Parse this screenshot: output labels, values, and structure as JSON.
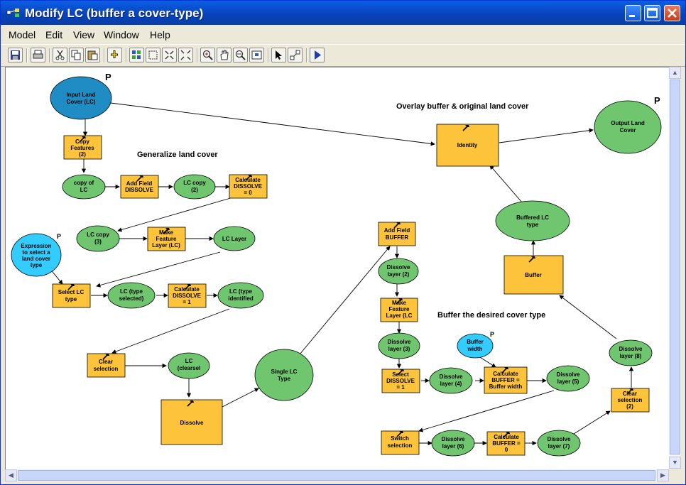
{
  "window": {
    "title": "Modify LC (buffer a cover-type)"
  },
  "menu": [
    "Model",
    "Edit",
    "View",
    "Window",
    "Help"
  ],
  "toolbar_icons": [
    "save-icon",
    "print-icon",
    "cut-icon",
    "copy-icon",
    "paste-icon",
    "add-data-icon",
    "full-extent-icon",
    "select-all-icon",
    "zoom-in-fixed-icon",
    "zoom-out-fixed-icon",
    "zoom-in-icon",
    "pan-icon",
    "continuous-zoom-icon",
    "overview-icon",
    "select-icon",
    "connect-icon",
    "run-icon"
  ],
  "headings": {
    "generalize": "Generalize land cover",
    "overlay": "Overlay buffer & original land cover",
    "buffer": "Buffer the desired cover type"
  },
  "params": {
    "p1": "P",
    "p2": "P",
    "p3": "P",
    "p4": "P"
  },
  "nodes": {
    "input_lc": [
      "Input Land",
      "Cover (LC)"
    ],
    "copy_features": [
      "Copy",
      "Features",
      "(2)"
    ],
    "copy_of_lc": [
      "copy of",
      "LC"
    ],
    "add_field_dissolve": [
      "Add Field",
      "DISSOLVE"
    ],
    "lc_copy2": [
      "LC copy",
      "(2)"
    ],
    "calc_dissolve0": [
      "Calculate",
      "DISSOLVE",
      "= 0"
    ],
    "lc_copy3": [
      "LC copy",
      "(3)"
    ],
    "make_feature_layer": [
      "Make",
      "Feature",
      "Layer (LC)"
    ],
    "lc_layer": [
      "LC Layer"
    ],
    "expression": [
      "Expression",
      "to select a",
      "land cover",
      "type"
    ],
    "select_lc_type": [
      "Select LC",
      "type"
    ],
    "lc_type_selected": [
      "LC (type",
      "selected)"
    ],
    "calc_dissolve1": [
      "Calculate",
      "DISSOLVE",
      "= 1"
    ],
    "lc_type_identified": [
      "LC (type",
      "identified"
    ],
    "clear_selection": [
      "Clear",
      "selection"
    ],
    "lc_clearsel": [
      "LC",
      "(clearsel"
    ],
    "dissolve": [
      "Dissolve"
    ],
    "single_lc_type": [
      "Single LC",
      "Type"
    ],
    "add_field_buffer": [
      "Add Field",
      "BUFFER"
    ],
    "dissolve_layer2": [
      "Dissolve",
      "layer (2)"
    ],
    "make_feature_layer_lc": [
      "Make",
      "Feature",
      "Layer (LC"
    ],
    "dissolve_layer3": [
      "Dissolve",
      "layer (3)"
    ],
    "select_dissolve1": [
      "Select",
      "DISSOLVE",
      "= 1"
    ],
    "dissolve_layer4": [
      "Dissolve",
      "layer (4)"
    ],
    "buffer_width": [
      "Buffer",
      "width"
    ],
    "calc_buffer_width": [
      "Calculate",
      "BUFFER =",
      "Buffer width"
    ],
    "dissolve_layer5": [
      "Dissolve",
      "layer (5)"
    ],
    "switch_selection": [
      "Switch",
      "selection"
    ],
    "dissolve_layer6": [
      "Dissolve",
      "layer (6)"
    ],
    "calc_buffer0": [
      "Calculate",
      "BUFFER =",
      "0"
    ],
    "dissolve_layer7": [
      "Dissolve",
      "layer (7)"
    ],
    "clear_selection2": [
      "Clear",
      "selection",
      "(2)"
    ],
    "dissolve_layer8": [
      "Dissolve",
      "layer (8)"
    ],
    "buffer": [
      "Buffer"
    ],
    "buffered_lc_type": [
      "Buffered LC",
      "type"
    ],
    "identity": [
      "Identity"
    ],
    "output_lc": [
      "Output Land",
      "Cover"
    ]
  },
  "colors": {
    "data": "#6fc66f",
    "tool": "#fdc33a",
    "input": "#1f8cc4",
    "param": "#33ccff"
  }
}
